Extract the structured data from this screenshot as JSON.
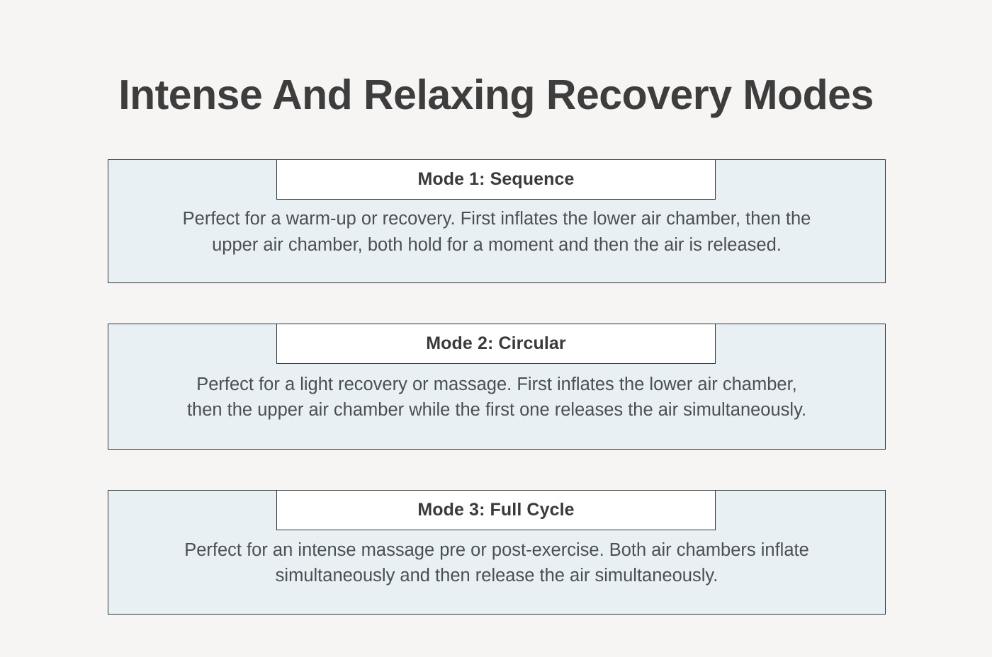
{
  "page": {
    "title": "Intense And Relaxing Recovery Modes",
    "background_color": "#f6f5f4",
    "card_fill_color": "#e9f0f3",
    "card_border_color": "#2f3437",
    "header_fill_color": "#ffffff",
    "title_color": "#3d3d3d",
    "body_text_color": "#4a4f52"
  },
  "cards": [
    {
      "header": "Mode 1: Sequence",
      "body": "Perfect for a warm-up or recovery. First inflates the lower air chamber, then the upper air chamber, both hold for a moment and then the air is released."
    },
    {
      "header": "Mode 2: Circular",
      "body": "Perfect for a light recovery or massage. First inflates the lower air chamber, then the upper air chamber while the first one releases the air simultaneously."
    },
    {
      "header": "Mode 3: Full Cycle",
      "body": "Perfect for an intense massage pre or post-exercise. Both air chambers inflate simultaneously and then release the air simultaneously."
    }
  ]
}
